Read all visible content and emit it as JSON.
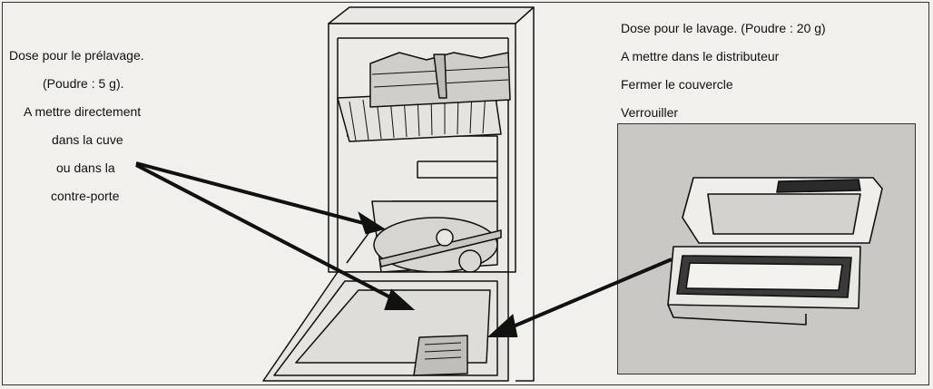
{
  "prewash": {
    "lines": [
      "Dose pour le prélavage.",
      "(Poudre : 5 g).",
      "A mettre directement",
      "dans la cuve",
      "ou dans la",
      "contre-porte"
    ]
  },
  "wash": {
    "lines": [
      "Dose pour le lavage.  (Poudre : 20 g)",
      "A mettre dans le distributeur",
      "Fermer le couvercle",
      "Verrouiller"
    ]
  },
  "colors": {
    "background": "#f1f0ec",
    "line": "#111111",
    "inset_background": "#c9c8c4"
  }
}
